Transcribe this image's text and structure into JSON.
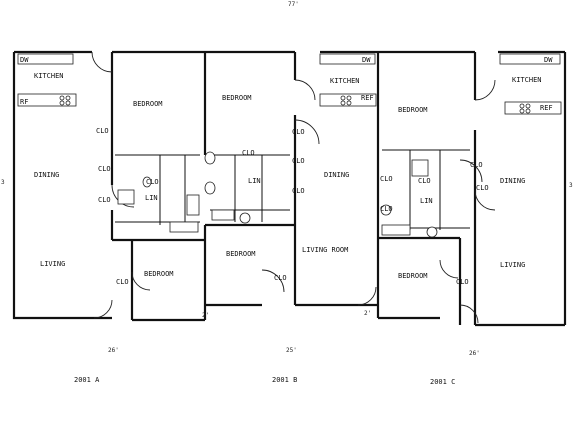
{
  "dimensions": {
    "top": "77'",
    "left": "3",
    "right": "3",
    "unit_a_width": "26'",
    "unit_b_width": "25'",
    "unit_c_width": "26'",
    "gap_ab": "2'",
    "gap_bc": "2'"
  },
  "units": {
    "a": "2001 A",
    "b": "2001 B",
    "c": "2001 C"
  },
  "rooms": {
    "kitchen": "KITCHEN",
    "dining": "DINING",
    "living": "LIVING",
    "living_room": "LIVING ROOM",
    "bedroom": "BEDROOM",
    "clo": "CLO",
    "lin": "LIN",
    "dw": "DW",
    "dw_alt": "DW",
    "rf": "RF",
    "ref": "REF",
    "ref_alt": "REF"
  }
}
